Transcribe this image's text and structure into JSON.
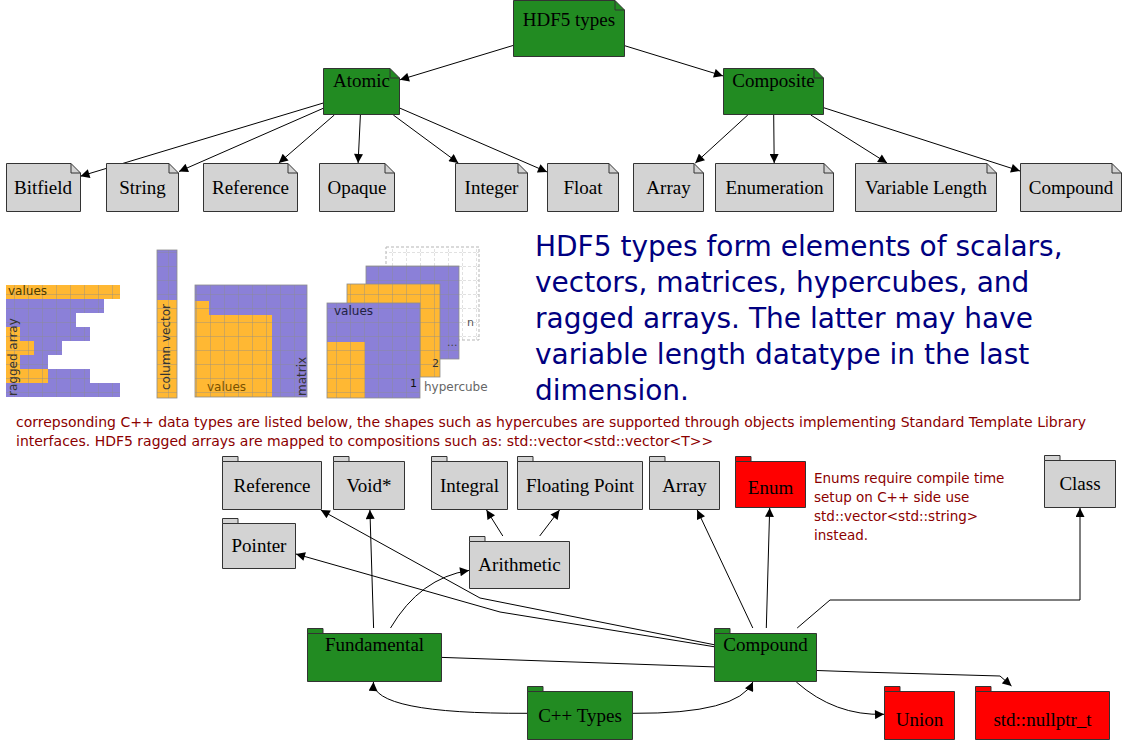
{
  "diagram": {
    "nodes": [
      {
        "text": [
          "HDF5 types"
        ]
      },
      {
        "text": [
          "Atomic"
        ]
      },
      {
        "text": [
          "Composite"
        ]
      },
      {
        "text": [
          "Bitfield"
        ]
      },
      {
        "text": [
          "String"
        ]
      },
      {
        "text": [
          "Reference"
        ]
      },
      {
        "text": [
          "Opaque"
        ]
      },
      {
        "text": [
          "Integer"
        ]
      },
      {
        "text": [
          "Float"
        ]
      },
      {
        "text": [
          "Array"
        ]
      },
      {
        "text": [
          "Enumeration"
        ]
      },
      {
        "text": [
          "Variable Length"
        ]
      },
      {
        "text": [
          "Compound"
        ]
      },
      {
        "text": [
          "Reference"
        ]
      },
      {
        "text": [
          "Void*"
        ]
      },
      {
        "text": [
          "Integral"
        ]
      },
      {
        "text": [
          "Floating Point"
        ]
      },
      {
        "text": [
          "Array"
        ]
      },
      {
        "text": [
          "Enum"
        ]
      },
      {
        "text": [
          "Class"
        ]
      },
      {
        "text": [
          "Pointer"
        ]
      },
      {
        "text": [
          "Arithmetic"
        ]
      },
      {
        "text": [
          "Fundamental"
        ]
      },
      {
        "text": [
          "Compound"
        ]
      },
      {
        "text": [
          "C++ Types"
        ]
      },
      {
        "text": [
          "Union"
        ]
      },
      {
        "text": [
          "std::nullptr_t"
        ]
      }
    ],
    "edges": [
      {
        "from": 0,
        "to": 1,
        "arrow": "to"
      },
      {
        "from": 0,
        "to": 2,
        "arrow": "to"
      },
      {
        "from": 1,
        "to": 3,
        "arrow": "to"
      },
      {
        "from": 1,
        "to": 4,
        "arrow": "to"
      },
      {
        "from": 1,
        "to": 5,
        "arrow": "to"
      },
      {
        "from": 1,
        "to": 6,
        "arrow": "to"
      },
      {
        "from": 1,
        "to": 7,
        "arrow": "to"
      },
      {
        "from": 1,
        "to": 8,
        "arrow": "to"
      },
      {
        "from": 2,
        "to": 9,
        "arrow": "to"
      },
      {
        "from": 2,
        "to": 10,
        "arrow": "to"
      },
      {
        "from": 2,
        "to": 11,
        "arrow": "to"
      },
      {
        "from": 2,
        "to": 12,
        "arrow": "to"
      },
      {
        "from": 24,
        "to": 22,
        "arrow": "to"
      },
      {
        "from": 24,
        "to": 23,
        "arrow": "to"
      },
      {
        "from": 22,
        "to": 14,
        "arrow": "to"
      },
      {
        "from": 22,
        "to": 21,
        "arrow": "to"
      },
      {
        "from": 22,
        "to": 26,
        "arrow": "to"
      },
      {
        "from": 21,
        "to": 15,
        "arrow": "to"
      },
      {
        "from": 21,
        "to": 16,
        "arrow": "to"
      },
      {
        "from": 23,
        "to": 13,
        "arrow": "to"
      },
      {
        "from": 23,
        "to": 20,
        "arrow": "to"
      },
      {
        "from": 23,
        "to": 17,
        "arrow": "to"
      },
      {
        "from": 23,
        "to": 18,
        "arrow": "to"
      },
      {
        "from": 23,
        "to": 19,
        "arrow": "to"
      },
      {
        "from": 23,
        "to": 25,
        "arrow": "to"
      }
    ],
    "labels": [
      "values",
      "ragged array",
      "column vector",
      "values",
      "matrix",
      "values",
      "n",
      "...",
      "2",
      "1",
      "hypercube",
      "HDF5 types form elements of scalars, vectors, matrices, hypercubes, and ragged arrays. The latter may have variable length datatype in the last dimension.",
      "correpsonding C++ data types are listed below, the shapes such as hypercubes are supported through objects implementing Standard Template Library interfaces. HDF5 ragged arrays are mapped to compositions such as: std::vector<std::vector<T>>",
      "Enums require compile time setup on C++ side use std::vector<std::string> instead."
    ]
  }
}
